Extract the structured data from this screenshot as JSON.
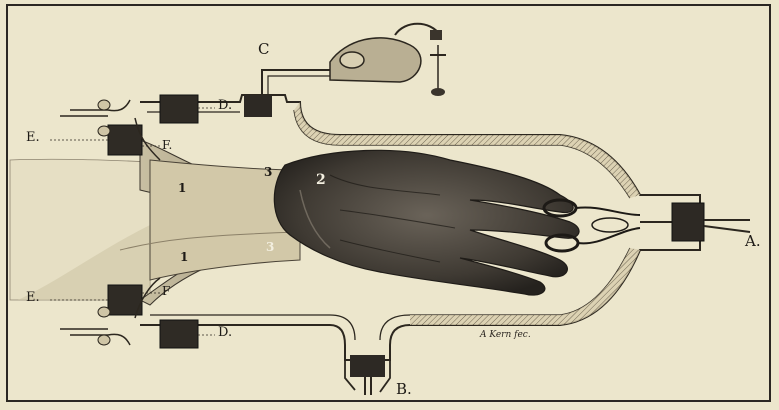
{
  "labels": {
    "A": "A.",
    "B": "B.",
    "C": "C",
    "D_top": "D.",
    "D_bottom": "D.",
    "E_top": "E.",
    "E_bottom": "E.",
    "F_top": "F.",
    "F_bottom": "F"
  },
  "numbers": {
    "n1_top": "1",
    "n1_bottom": "1",
    "n2": "2",
    "n3_top": "3",
    "n3_bottom": "3"
  },
  "signature": "A Kern fec."
}
